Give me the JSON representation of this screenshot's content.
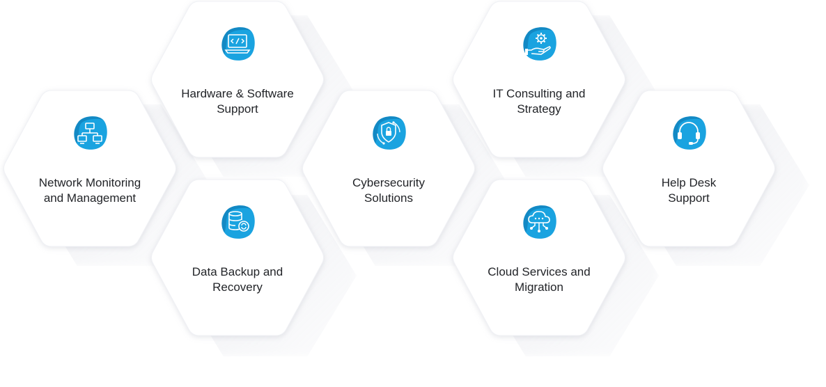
{
  "services": [
    {
      "id": "network",
      "title": "Network Monitoring and Management",
      "line1": "Network Monitoring",
      "line2": "and Management",
      "icon": "network-icon"
    },
    {
      "id": "hardware",
      "title": "Hardware & Software Support",
      "line1": "Hardware & Software",
      "line2": "Support",
      "icon": "code-laptop-icon"
    },
    {
      "id": "backup",
      "title": "Data Backup and Recovery",
      "line1": "Data Backup and",
      "line2": "Recovery",
      "icon": "database-backup-icon"
    },
    {
      "id": "cyber",
      "title": "Cybersecurity Solutions",
      "line1": "Cybersecurity",
      "line2": "Solutions",
      "icon": "shield-lock-icon"
    },
    {
      "id": "consulting",
      "title": "IT Consulting and Strategy",
      "line1": "IT Consulting and",
      "line2": "Strategy",
      "icon": "hand-gear-icon"
    },
    {
      "id": "cloud",
      "title": "Cloud Services and Migration",
      "line1": "Cloud Services and",
      "line2": "Migration",
      "icon": "cloud-network-icon"
    },
    {
      "id": "helpdesk",
      "title": "Help Desk Support",
      "line1": "Help Desk",
      "line2": "Support",
      "icon": "headset-icon"
    }
  ],
  "colors": {
    "accent": "#1aa3e0",
    "accent_dark": "#0b6fa8",
    "text": "#222428",
    "hex_fill": "#ffffff"
  }
}
